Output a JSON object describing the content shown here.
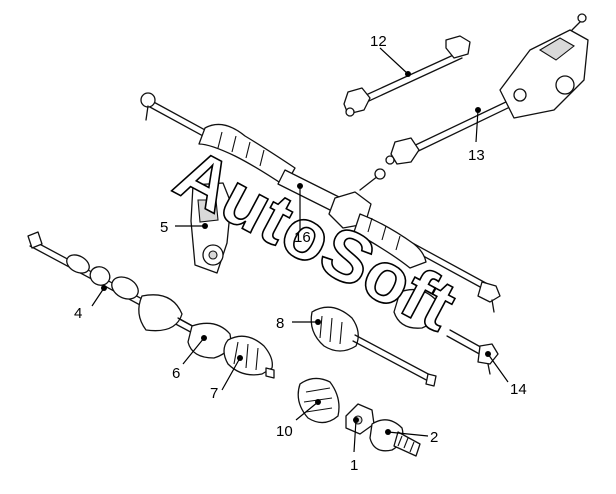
{
  "watermark": "AutoSoft",
  "callouts": {
    "c1": "1",
    "c2": "2",
    "c4": "4",
    "c5": "5",
    "c6": "6",
    "c7": "7",
    "c8": "8",
    "c10": "10",
    "c12": "12",
    "c13": "13",
    "c14": "14",
    "c16": "16"
  }
}
